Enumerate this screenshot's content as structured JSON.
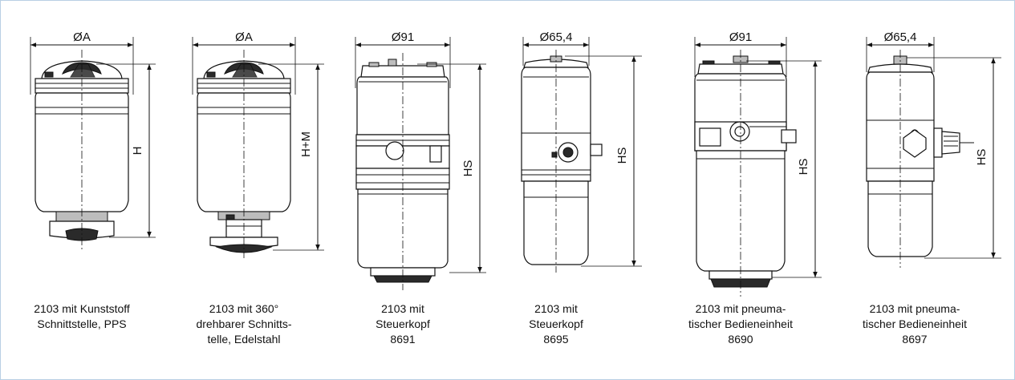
{
  "devices": [
    {
      "id": "d1",
      "width_label": "ØA",
      "height_label": "H",
      "caption": [
        "2103 mit Kunststoff",
        "Schnittstelle, PPS"
      ]
    },
    {
      "id": "d2",
      "width_label": "ØA",
      "height_label": "H+M",
      "caption": [
        "2103 mit 360°",
        "drehbarer Schnitts-",
        "telle, Edelstahl"
      ]
    },
    {
      "id": "d3",
      "width_label": "Ø91",
      "height_label": "HS",
      "caption": [
        "2103 mit",
        "Steuerkopf",
        "8691"
      ]
    },
    {
      "id": "d4",
      "width_label": "Ø65,4",
      "height_label": "HS",
      "caption": [
        "2103 mit",
        "Steuerkopf",
        "8695"
      ]
    },
    {
      "id": "d5",
      "width_label": "Ø91",
      "height_label": "HS",
      "caption": [
        "2103 mit pneuma-",
        "tischer Bedieneinheit",
        "8690"
      ]
    },
    {
      "id": "d6",
      "width_label": "Ø65,4",
      "height_label": "HS",
      "caption": [
        "2103 mit pneuma-",
        "tischer Bedieneinheit",
        "8697"
      ]
    }
  ]
}
